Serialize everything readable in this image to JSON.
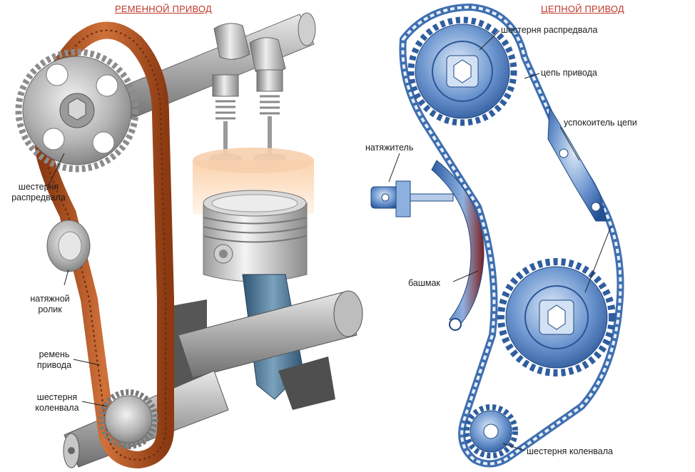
{
  "belt_drive": {
    "title": "РЕМЕННОЙ ПРИВОД",
    "labels": {
      "cam_gear_line1": "шестерня",
      "cam_gear_line2": "распредвала",
      "tensioner_line1": "натяжной",
      "tensioner_line2": "ролик",
      "belt_line1": "ремень",
      "belt_line2": "привода",
      "crank_gear_line1": "шестерня",
      "crank_gear_line2": "коленвала"
    }
  },
  "chain_drive": {
    "title": "ЦЕПНОЙ ПРИВОД",
    "labels": {
      "cam_gear": "шестерня распредвала",
      "chain": "цепь привода",
      "damper": "успокоитель цепи",
      "tensioner": "натяжитель",
      "shoe": "башмак",
      "crank_gear": "шестерня коленвала"
    }
  },
  "colors": {
    "belt": "#b5541f",
    "steel": "#b9b9b9",
    "chain_blue": "#3f6fb0",
    "title_red": "#c0392b"
  }
}
